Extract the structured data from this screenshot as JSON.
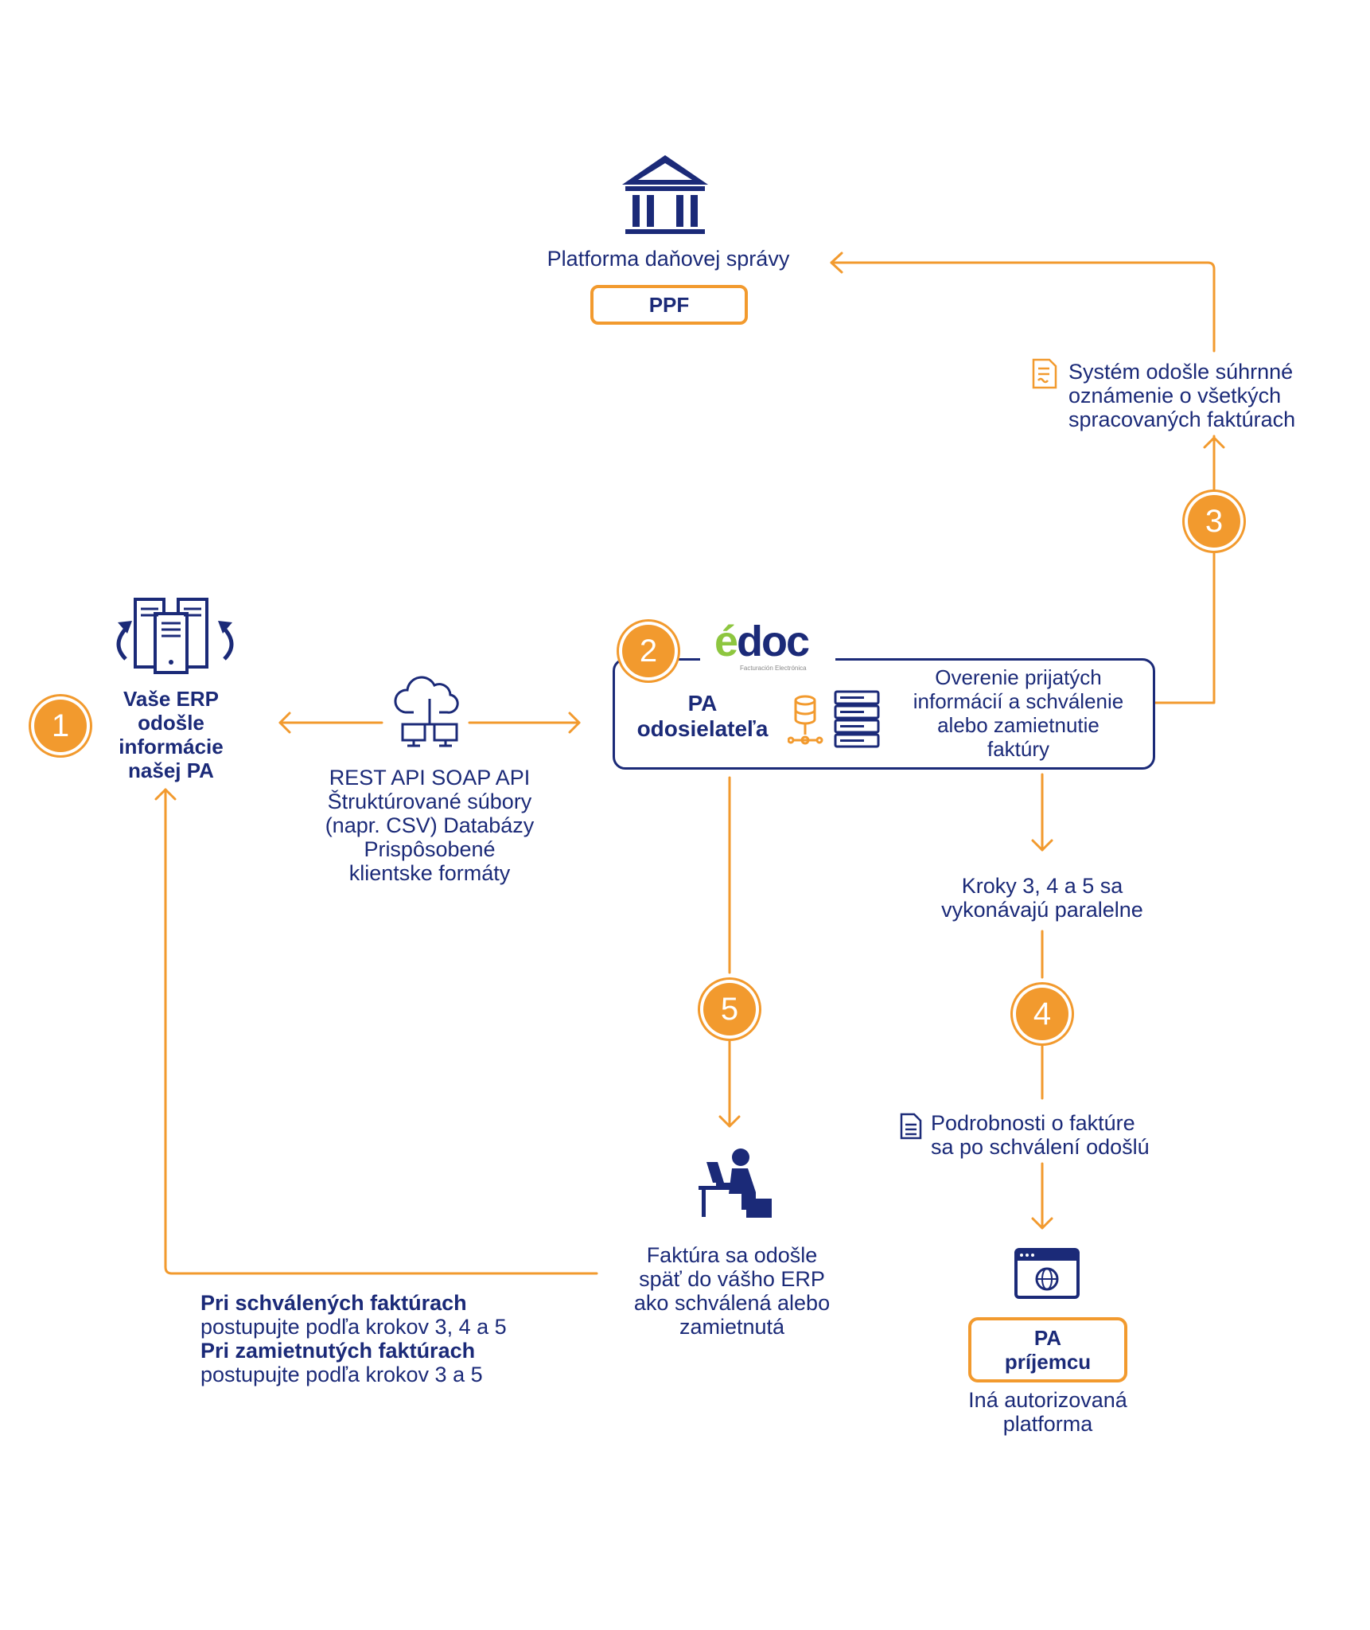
{
  "colors": {
    "accent": "#f29a2e",
    "navy": "#1b2a78",
    "logo_green": "#8dc63f"
  },
  "ppf": {
    "label": "Platforma daňovej správy",
    "box": "PPF",
    "icon": "government-building-icon"
  },
  "step3_note": {
    "icon": "document-icon",
    "lines": [
      "Systém odošle súhrnné",
      "oznámenie o všetkých",
      "spracovaných faktúrach"
    ]
  },
  "erp": {
    "icon": "servers-sync-icon",
    "lines": [
      "Vaše ERP",
      "odošle",
      "informácie",
      "našej PA"
    ]
  },
  "integration": {
    "icon": "cloud-network-icon",
    "lines": [
      "REST API SOAP API",
      "Štruktúrované súbory",
      "(napr. CSV) Databázy",
      "Prispôsobené",
      "klientske formáty"
    ]
  },
  "logo": {
    "brand": "édoc",
    "tagline": "Facturación Electrónica"
  },
  "pa_sender": {
    "lines": [
      "PA",
      "odosielateľa"
    ],
    "icon": "database-server-icon",
    "verify_lines": [
      "Overenie prijatých",
      "informácií a schválenie",
      "alebo zamietnutie",
      "faktúry"
    ]
  },
  "parallel_note": {
    "lines": [
      "Kroky 3, 4 a 5 sa",
      "vykonávajú paralelne"
    ]
  },
  "step4_note": {
    "icon": "document-lines-icon",
    "lines": [
      "Podrobnosti o faktúre",
      "sa po schválení odošlú"
    ]
  },
  "return_note": {
    "icon": "person-at-laptop-icon",
    "lines": [
      "Faktúra sa odošle",
      "späť do vášho ERP",
      "ako schválená alebo",
      "zamietnutá"
    ]
  },
  "rules": {
    "approved_title": "Pri schválených faktúrach",
    "approved_text": "postupujte podľa krokov 3, 4 a 5",
    "rejected_title": "Pri zamietnutých faktúrach",
    "rejected_text": "postupujte podľa krokov 3 a 5"
  },
  "receiver": {
    "icon": "browser-globe-icon",
    "box_lines": [
      "PA",
      "príjemcu"
    ],
    "lines": [
      "Iná autorizovaná",
      "platforma"
    ]
  },
  "steps": [
    "1",
    "2",
    "3",
    "4",
    "5"
  ]
}
